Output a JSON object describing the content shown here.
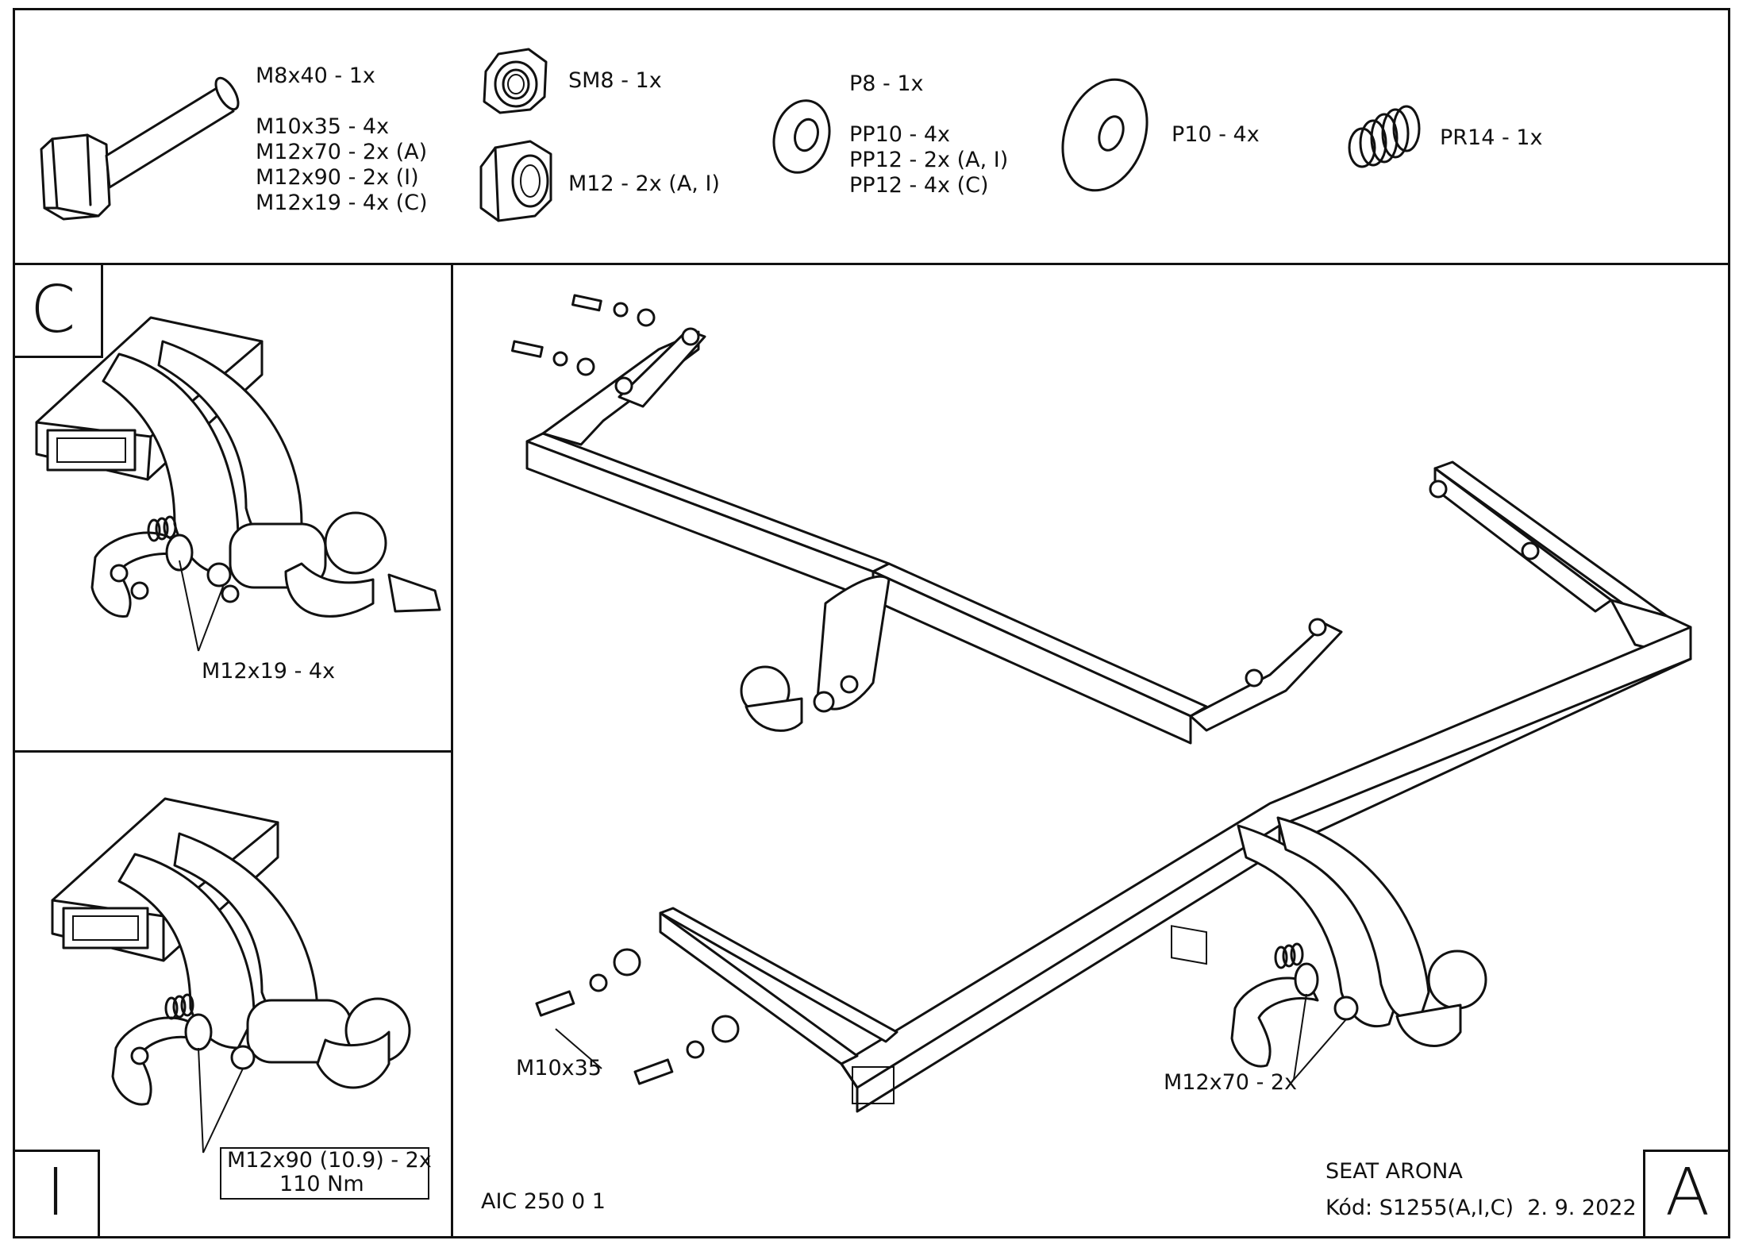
{
  "parts": {
    "bolt_lines": [
      "M8x40 - 1x",
      "M10x35 - 4x",
      "M12x70 - 2x (A)",
      "M12x90 - 2x (I)",
      "M12x19 - 4x (C)"
    ],
    "nut_sm8": "SM8 - 1x",
    "nut_m12": "M12 - 2x (A, I)",
    "washer_lines": [
      "P8 - 1x",
      "PP10 - 4x",
      "PP12 - 2x (A, I)",
      "PP12 - 4x (C)"
    ],
    "washer_p10": "P10 - 4x",
    "spring_pr14": "PR14 - 1x"
  },
  "panel_c": {
    "letter": "C",
    "callout": "M12x19 - 4x"
  },
  "panel_i": {
    "letter": "I",
    "callout_line1": "M12x90 (10.9) - 2x",
    "callout_line2": "110 Nm"
  },
  "panel_a": {
    "letter": "A",
    "callout_bolts": "M10x35",
    "callout_mount": "M12x70 - 2x",
    "drawing_code": "AIC 250 0 1",
    "vehicle": "SEAT ARONA",
    "code_line": "Kód: S1255(A,I,C)  2. 9. 2022"
  }
}
